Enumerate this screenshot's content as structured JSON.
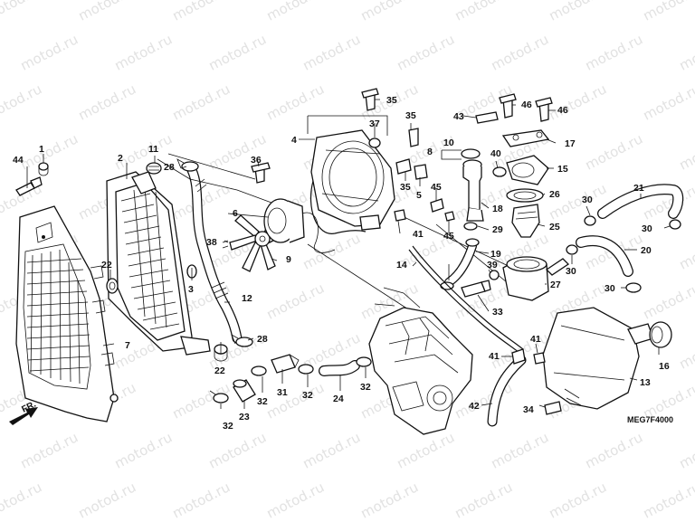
{
  "diagram": {
    "watermark": "motod.ru",
    "code": "MEG7F4000",
    "front_label": "FR.",
    "callouts": {
      "p1": "1",
      "p2": "2",
      "p3": "3",
      "p4": "4",
      "p5": "5",
      "p6": "6",
      "p7": "7",
      "p8": "8",
      "p9": "9",
      "p10": "10",
      "p11": "11",
      "p12": "12",
      "p13": "13",
      "p14": "14",
      "p15": "15",
      "p16": "16",
      "p17": "17",
      "p18": "18",
      "p19": "19",
      "p20": "20",
      "p21": "21",
      "p22a": "22",
      "p22b": "22",
      "p23": "23",
      "p24": "24",
      "p25": "25",
      "p26": "26",
      "p27": "27",
      "p28a": "28",
      "p28b": "28",
      "p29": "29",
      "p30a": "30",
      "p30b": "30",
      "p30c": "30",
      "p30d": "30",
      "p31": "31",
      "p32a": "32",
      "p32b": "32",
      "p32c": "32",
      "p32d": "32",
      "p33": "33",
      "p34": "34",
      "p35a": "35",
      "p35b": "35",
      "p35c": "35",
      "p36": "36",
      "p37": "37",
      "p38": "38",
      "p39": "39",
      "p40": "40",
      "p41a": "41",
      "p41b": "41",
      "p41c": "41",
      "p42": "42",
      "p43": "43",
      "p44": "44",
      "p45a": "45",
      "p45b": "45",
      "p46a": "46",
      "p46b": "46"
    }
  }
}
